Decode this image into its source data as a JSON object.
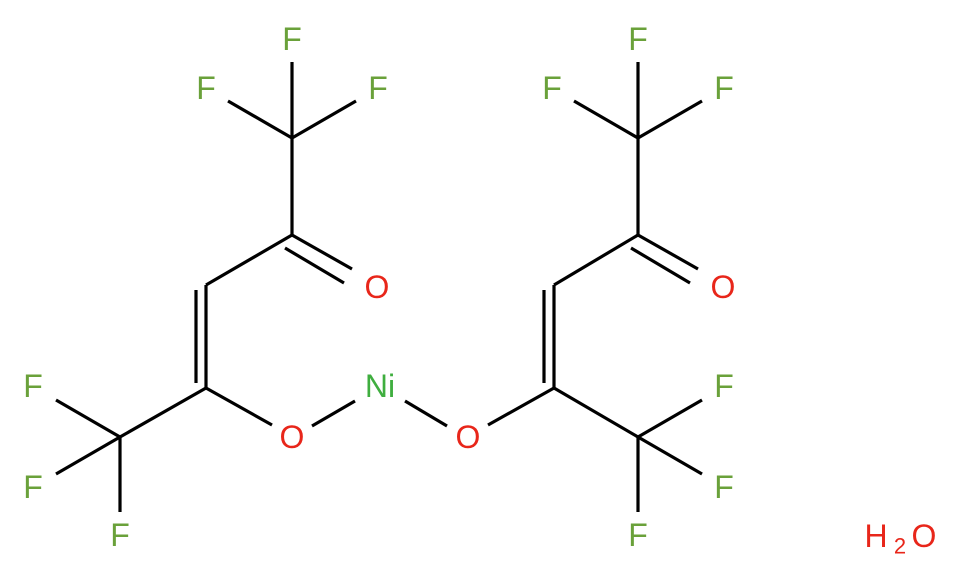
{
  "molecule": {
    "colors": {
      "bond": "#000000",
      "fluorine": "#6aa13a",
      "oxygen": "#e8261a",
      "nickel": "#3fae3f"
    },
    "atoms": {
      "left_cf3_top": {
        "f1": "F",
        "f2": "F",
        "f3": "F"
      },
      "left_cf3_bottom": {
        "f1": "F",
        "f2": "F",
        "f3": "F"
      },
      "right_cf3_top": {
        "f1": "F",
        "f2": "F",
        "f3": "F"
      },
      "right_cf3_bottom": {
        "f1": "F",
        "f2": "F",
        "f3": "F"
      },
      "left_keto_o": "O",
      "right_keto_o": "O",
      "left_ether_o": "O",
      "right_ether_o": "O",
      "metal": "Ni"
    },
    "water": {
      "h": "H",
      "subscript": "2",
      "o": "O"
    }
  }
}
